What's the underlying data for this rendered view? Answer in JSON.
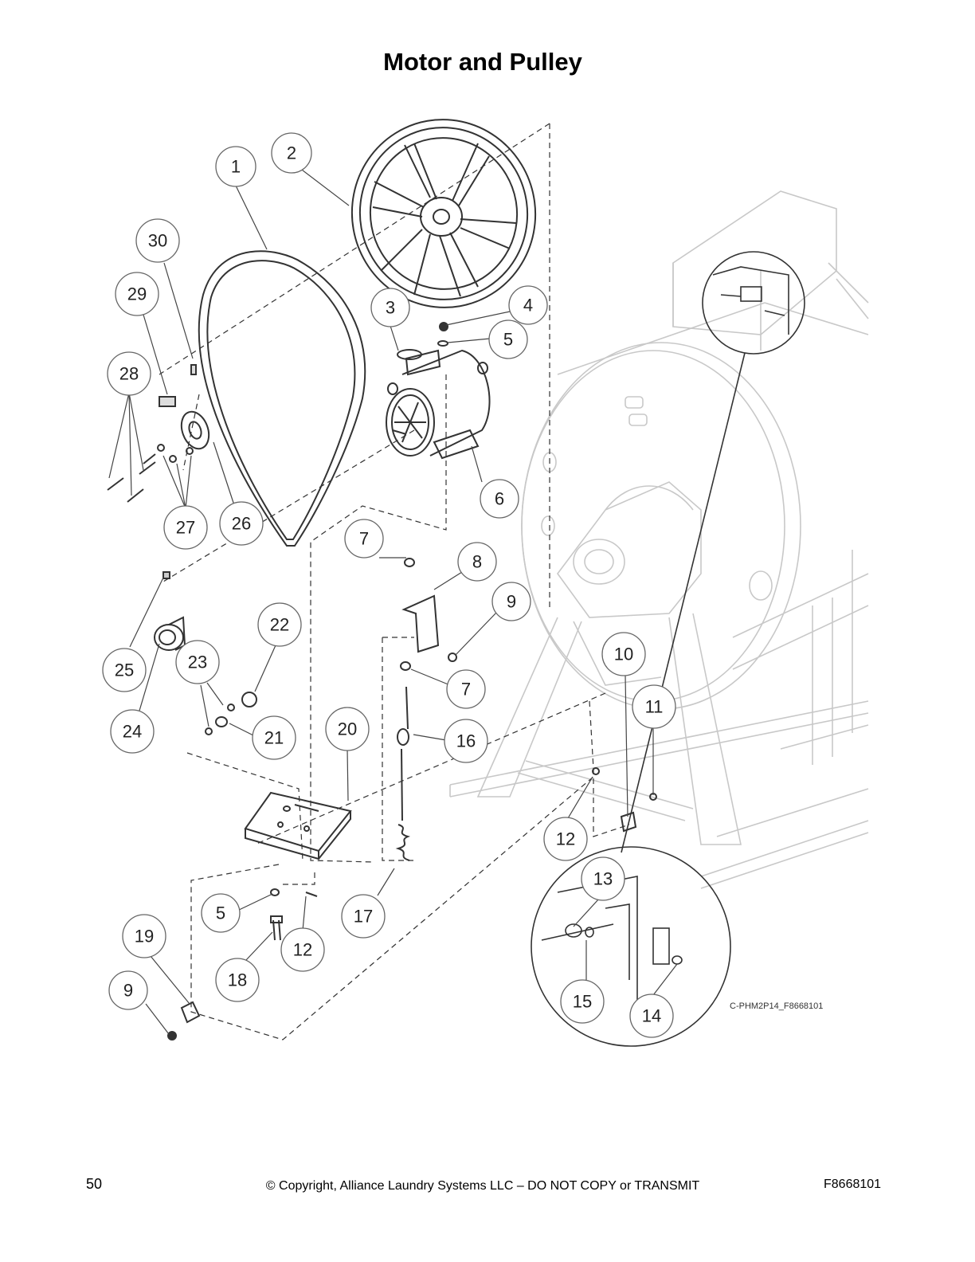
{
  "page": {
    "title": "Motor and Pulley",
    "page_number": "50",
    "copyright": "© Copyright, Alliance Laundry Systems LLC – DO NOT COPY or TRANSMIT",
    "doc_number": "F8668101"
  },
  "figure": {
    "reference": "C-PHM2P14_F8668101",
    "callouts": [
      "1",
      "2",
      "30",
      "29",
      "28",
      "3",
      "4",
      "5",
      "6",
      "27",
      "26",
      "7",
      "8",
      "25",
      "22",
      "9",
      "23",
      "24",
      "21",
      "20",
      "16",
      "10",
      "11",
      "12",
      "5",
      "12",
      "13",
      "17",
      "19",
      "18",
      "9",
      "15",
      "14",
      "7"
    ]
  }
}
